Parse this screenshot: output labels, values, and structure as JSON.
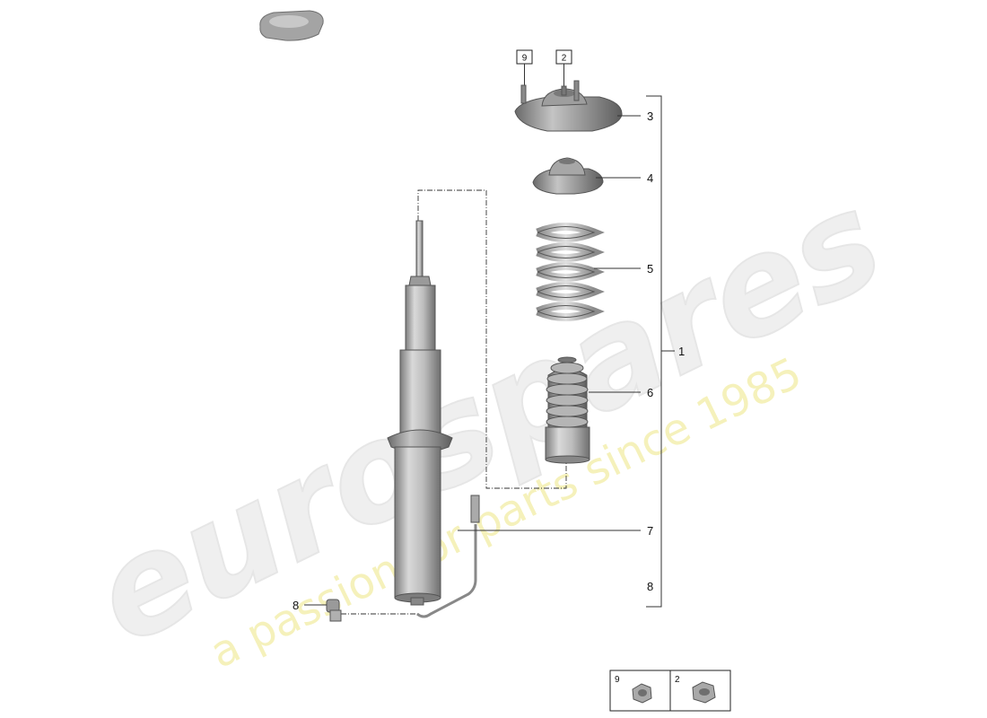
{
  "watermark": {
    "brand": "eurospares",
    "tagline": "a passion for parts since 1985"
  },
  "callouts": {
    "c1": "1",
    "c3": "3",
    "c4": "4",
    "c5": "5",
    "c6": "6",
    "c7": "7",
    "c8_right": "8",
    "c8_left": "8"
  },
  "top_boxes": {
    "left": "9",
    "right": "2"
  },
  "legend": {
    "left_label": "9",
    "left_icon": "nut-icon",
    "right_label": "2",
    "right_icon": "nut-icon"
  },
  "parts": {
    "grommet": "grommet-icon",
    "mount": "strut-mount-icon",
    "seat": "spring-seat-icon",
    "spring": "coil-spring-icon",
    "bumper": "bump-stop-icon",
    "shock": "shock-absorber-icon",
    "connector": "connector-icon"
  }
}
